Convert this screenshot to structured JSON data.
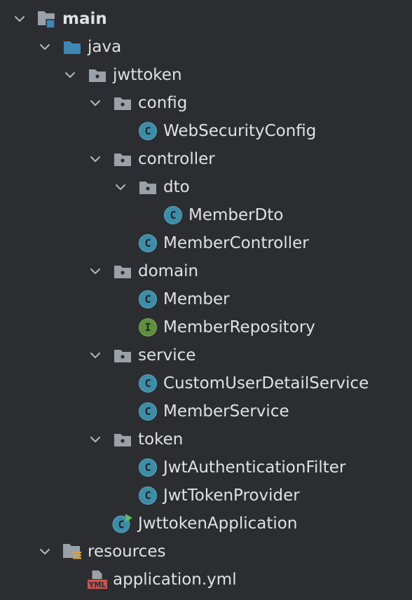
{
  "tree": [
    {
      "name": "main",
      "kind": "module-folder",
      "depth": 0,
      "expanded": true,
      "bold": true,
      "icon": "source-module-folder-icon"
    },
    {
      "name": "java",
      "kind": "source-root",
      "depth": 1,
      "expanded": true,
      "icon": "blue-source-folder-icon"
    },
    {
      "name": "jwttoken",
      "kind": "package",
      "depth": 2,
      "expanded": true,
      "icon": "package-icon"
    },
    {
      "name": "config",
      "kind": "package",
      "depth": 3,
      "expanded": true,
      "icon": "package-icon"
    },
    {
      "name": "WebSecurityConfig",
      "kind": "class",
      "depth": 4,
      "badge": "C",
      "icon": "java-class-icon"
    },
    {
      "name": "controller",
      "kind": "package",
      "depth": 3,
      "expanded": true,
      "icon": "package-icon"
    },
    {
      "name": "dto",
      "kind": "package",
      "depth": 4,
      "expanded": true,
      "icon": "package-icon"
    },
    {
      "name": "MemberDto",
      "kind": "class",
      "depth": 5,
      "badge": "C",
      "icon": "java-class-icon"
    },
    {
      "name": "MemberController",
      "kind": "class",
      "depth": 4,
      "badge": "C",
      "icon": "java-class-icon"
    },
    {
      "name": "domain",
      "kind": "package",
      "depth": 3,
      "expanded": true,
      "icon": "package-icon"
    },
    {
      "name": "Member",
      "kind": "class",
      "depth": 4,
      "badge": "C",
      "icon": "java-class-icon"
    },
    {
      "name": "MemberRepository",
      "kind": "interface",
      "depth": 4,
      "badge": "I",
      "icon": "java-interface-icon"
    },
    {
      "name": "service",
      "kind": "package",
      "depth": 3,
      "expanded": true,
      "icon": "package-icon"
    },
    {
      "name": "CustomUserDetailService",
      "kind": "class",
      "depth": 4,
      "badge": "C",
      "icon": "java-class-icon"
    },
    {
      "name": "MemberService",
      "kind": "class",
      "depth": 4,
      "badge": "C",
      "icon": "java-class-icon"
    },
    {
      "name": "token",
      "kind": "package",
      "depth": 3,
      "expanded": true,
      "icon": "package-icon"
    },
    {
      "name": "JwtAuthenticationFilter",
      "kind": "class",
      "depth": 4,
      "badge": "C",
      "icon": "java-class-icon"
    },
    {
      "name": "JwtTokenProvider",
      "kind": "class",
      "depth": 4,
      "badge": "C",
      "icon": "java-class-icon"
    },
    {
      "name": "JwttokenApplication",
      "kind": "app-class",
      "depth": 3,
      "badge": "C",
      "icon": "spring-boot-application-class-icon"
    },
    {
      "name": "resources",
      "kind": "resources-root",
      "depth": 1,
      "expanded": true,
      "icon": "resources-folder-icon"
    },
    {
      "name": "application.yml",
      "kind": "yml",
      "depth": 2,
      "icon": "yml-file-icon"
    }
  ],
  "colors": {
    "background": "#2b2d30",
    "text": "#dfe1e5",
    "folder": "#9aa1a8",
    "source_root": "#3e86b5",
    "class_badge": "#3d8ca8",
    "interface_badge": "#5f8f3e",
    "yml": "#c75450",
    "run_marker": "#5fb865"
  }
}
